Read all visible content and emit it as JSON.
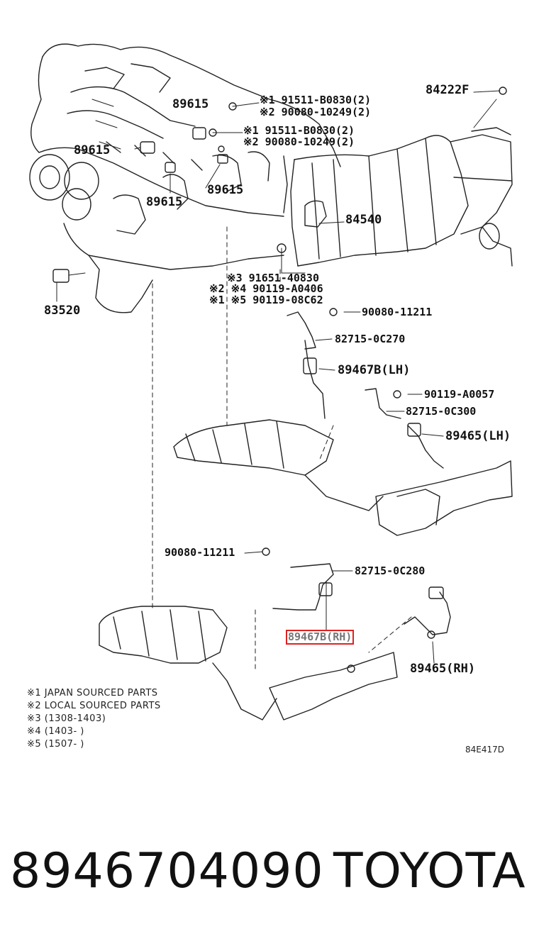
{
  "labels": {
    "l84222F": "84222F",
    "l89615a": "89615",
    "l89615b": "89615",
    "l89615c": "89615",
    "l89615d": "89615",
    "n1a": "※1 91511-B0830(2)",
    "n2a": "※2 90080-10249(2)",
    "n1b": "※1 91511-B0830(2)",
    "n2b": "※2 90080-10249(2)",
    "l84540": "84540",
    "l83520": "83520",
    "n3": "※3 91651-40830",
    "n4": "※2 ※4 90119-A0406",
    "n5": "※1 ※5 90119-08C62",
    "p9008011211a": "90080-11211",
    "p827150C270": "82715-0C270",
    "p89467BLH": "89467B(LH)",
    "p90119A0057": "90119-A0057",
    "p827150C300": "82715-0C300",
    "p89465LH": "89465(LH)",
    "p9008011211b": "90080-11211",
    "p827150C280": "82715-0C280",
    "p89467BRH": "89467B(RH)",
    "p89465RH": "89465(RH)"
  },
  "notes": [
    "※1 JAPAN SOURCED PARTS",
    "※2 LOCAL SOURCED PARTS",
    "※3 (1308-1403)",
    "※4 (1403-       )",
    "※5 (1507-       )"
  ],
  "diagram_code": "84E417D",
  "footer": {
    "part_number": "8946704090",
    "brand": "TOYOTA"
  },
  "colors": {
    "highlight": "#d22222",
    "line": "#222222"
  }
}
